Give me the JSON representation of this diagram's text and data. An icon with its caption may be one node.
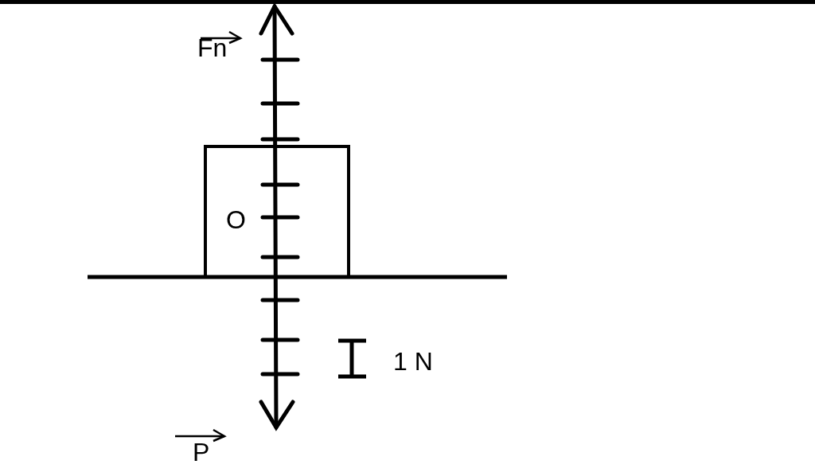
{
  "diagram": {
    "nodes": [
      {
        "text": [
          "O"
        ]
      }
    ],
    "labels": [
      "Fn",
      "1 N",
      "P"
    ]
  }
}
